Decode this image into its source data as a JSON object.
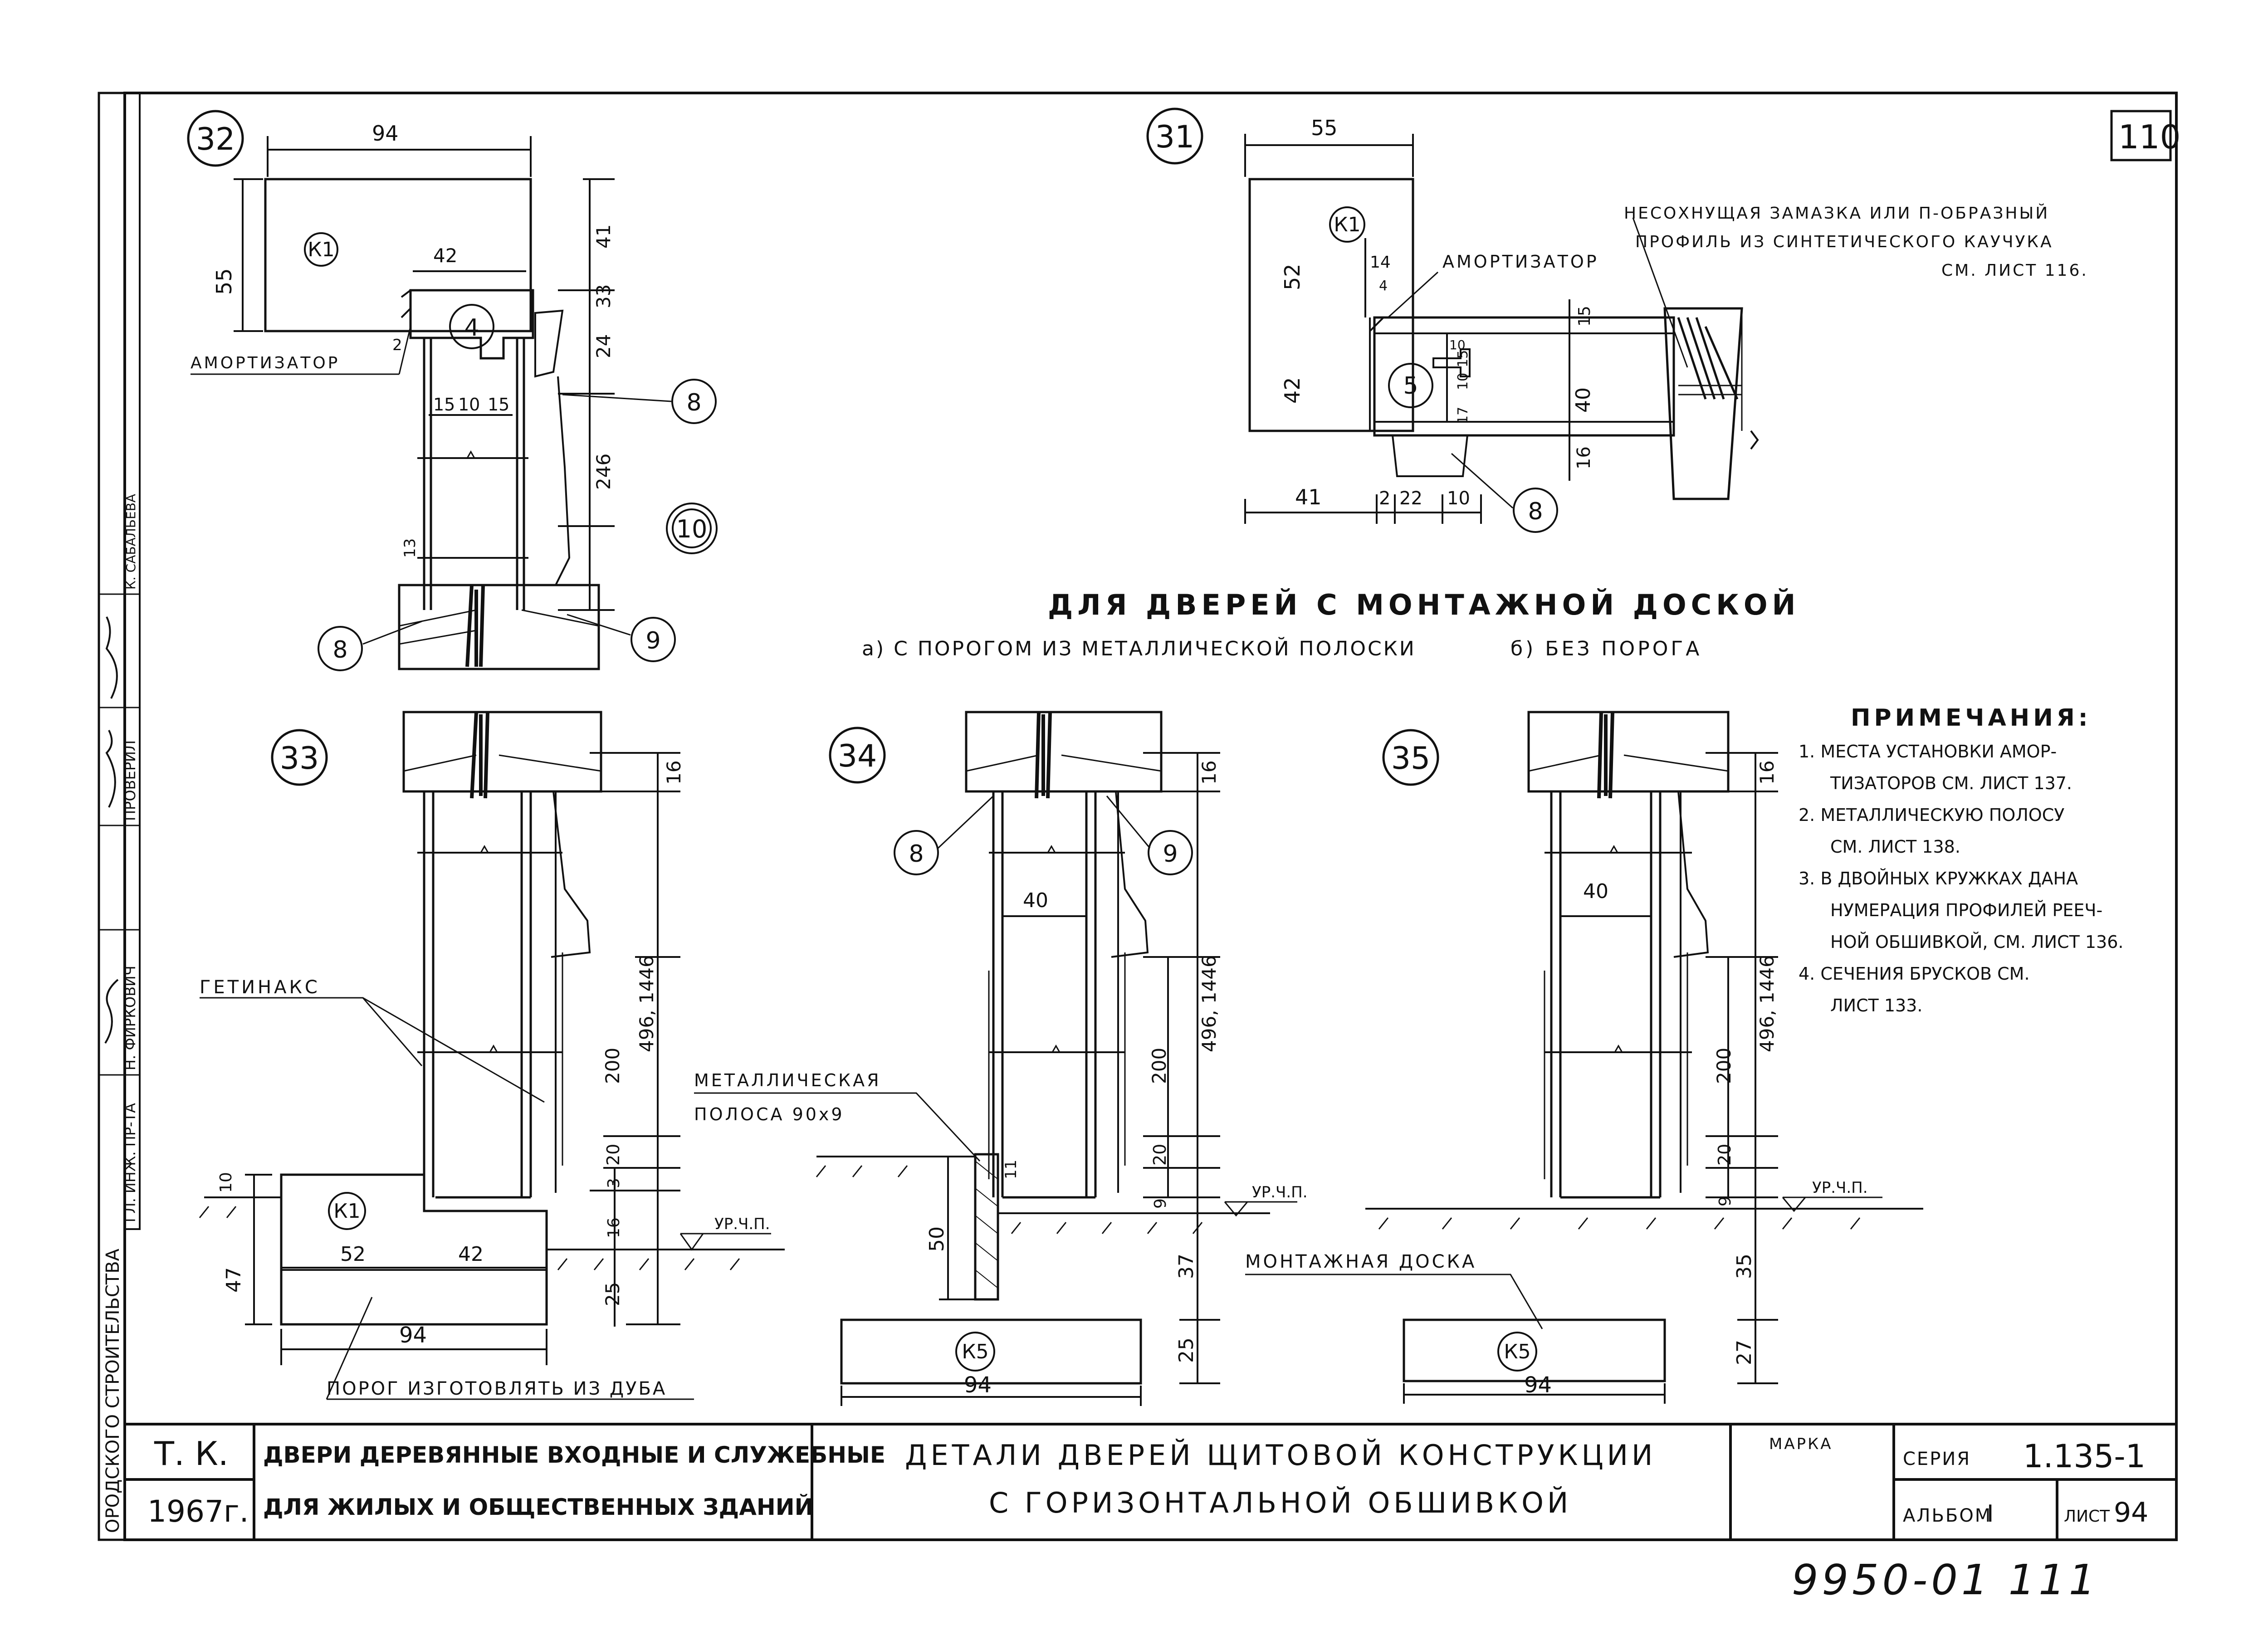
{
  "sheet": {
    "sheet_number": "110",
    "bottom_stamp": "9950-01 111",
    "left_strip": {
      "org": "ОРОДСКОГО СТРОИТЕЛЬСТВА",
      "role1": "ГЛ. ИНЖ. ПР-ТА",
      "role2": "Н. ФИРКОВИЧ",
      "role3": "ПРОВЕРИЛ",
      "role4": "К. САБАЛЬЕВА"
    }
  },
  "details": {
    "d32": {
      "number": "32",
      "dims": {
        "d94": "94",
        "d55": "55",
        "d42": "42",
        "d41": "41",
        "d33": "33",
        "d24": "24",
        "d246": "246",
        "d2": "2",
        "d13": "13",
        "d15a": "15",
        "d10": "10",
        "d15b": "15"
      },
      "labels": {
        "k1": "К1",
        "p4": "4",
        "p8a": "8",
        "p10": "10",
        "p8b": "8",
        "p9": "9",
        "amort": "АМОРТИЗАТОР"
      }
    },
    "d31": {
      "number": "31",
      "dims": {
        "d55": "55",
        "d52": "52",
        "d42": "42",
        "d14": "14",
        "d4": "4",
        "d10": "10",
        "d17": "17",
        "d10b": "10",
        "d15": "15",
        "d40": "40",
        "d16": "16",
        "d41": "41",
        "d2": "2",
        "d22": "22",
        "d10c": "10",
        "d15b": "15"
      },
      "labels": {
        "k1": "К1",
        "p5": "5",
        "p8": "8",
        "amort": "АМОРТИЗАТОР"
      },
      "note_lines": [
        "НЕСОХНУЩАЯ ЗАМАЗКА ИЛИ П-ОБРАЗНЫЙ",
        "ПРОФИЛЬ ИЗ СИНТЕТИЧЕСКОГО КАУЧУКА",
        "СМ. ЛИСТ 116."
      ]
    },
    "heading": {
      "title": "ДЛЯ ДВЕРЕЙ С МОНТАЖНОЙ ДОСКОЙ",
      "sub_a": "а) С ПОРОГОМ ИЗ МЕТАЛЛИЧЕСКОЙ ПОЛОСКИ",
      "sub_b": "б) БЕЗ ПОРОГА"
    },
    "d33": {
      "number": "33",
      "dims": {
        "d16": "16",
        "d1446": "496, 1446",
        "d200": "200",
        "d20": "20",
        "d3": "3",
        "d16b": "16",
        "d10": "10",
        "d47": "47",
        "d52": "52",
        "d42": "42",
        "d94": "94",
        "d25": "25"
      },
      "labels": {
        "k1": "К1",
        "getinaks": "ГЕТИНАКС",
        "level": "УР.Ч.П.",
        "porog": "ПОРОГ ИЗГОТОВЛЯТЬ ИЗ ДУБА"
      }
    },
    "d34": {
      "number": "34",
      "dims": {
        "d16": "16",
        "d40": "40",
        "d1446": "496, 1446",
        "d200": "200",
        "d20": "20",
        "d9": "9",
        "d11": "11",
        "d50": "50",
        "d37": "37",
        "d25": "25",
        "d94": "94"
      },
      "labels": {
        "p8": "8",
        "p9": "9",
        "k5": "К5",
        "level": "УР.Ч.П.",
        "strip_l1": "МЕТАЛЛИЧЕСКАЯ",
        "strip_l2": "ПОЛОСА 90х9"
      }
    },
    "d35": {
      "number": "35",
      "dims": {
        "d16": "16",
        "d40": "40",
        "d1446": "496, 1446",
        "d200": "200",
        "d20": "20",
        "d9": "9",
        "d35": "35",
        "d27": "27",
        "d94": "94"
      },
      "labels": {
        "k5": "К5",
        "level": "УР.Ч.П.",
        "mont": "МОНТАЖНАЯ ДОСКА"
      }
    }
  },
  "notes": {
    "title": "ПРИМЕЧАНИЯ:",
    "lines": [
      "1. МЕСТА УСТАНОВКИ АМОР-",
      "ТИЗАТОРОВ СМ. ЛИСТ 137.",
      "2. МЕТАЛЛИЧЕСКУЮ ПОЛОСУ",
      "СМ. ЛИСТ 138.",
      "3. В ДВОЙНЫХ КРУЖКАХ ДАНА",
      "НУМЕРАЦИЯ ПРОФИЛЕЙ РЕЕЧ-",
      "НОЙ ОБШИВКОЙ, СМ. ЛИСТ 136.",
      "4. СЕЧЕНИЯ БРУСКОВ СМ.",
      "ЛИСТ 133."
    ]
  },
  "title_block": {
    "org_l1": "Т. К.",
    "org_l2": "1967г.",
    "project_l1": "ДВЕРИ ДЕРЕВЯННЫЕ ВХОДНЫЕ И СЛУЖЕБНЫЕ",
    "project_l2": "ДЛЯ ЖИЛЫХ И ОБЩЕСТВЕННЫХ ЗДАНИЙ",
    "title_l1": "ДЕТАЛИ ДВЕРЕЙ ЩИТОВОЙ КОНСТРУКЦИИ",
    "title_l2": "С ГОРИЗОНТАЛЬНОЙ ОБШИВКОЙ",
    "marka_label": "МАРКА",
    "seriya_label": "СЕРИЯ",
    "seriya_value": "1.135-1",
    "album_label": "АЛЬБОМ",
    "album_value": "I",
    "list_label": "ЛИСТ",
    "list_value": "94"
  }
}
